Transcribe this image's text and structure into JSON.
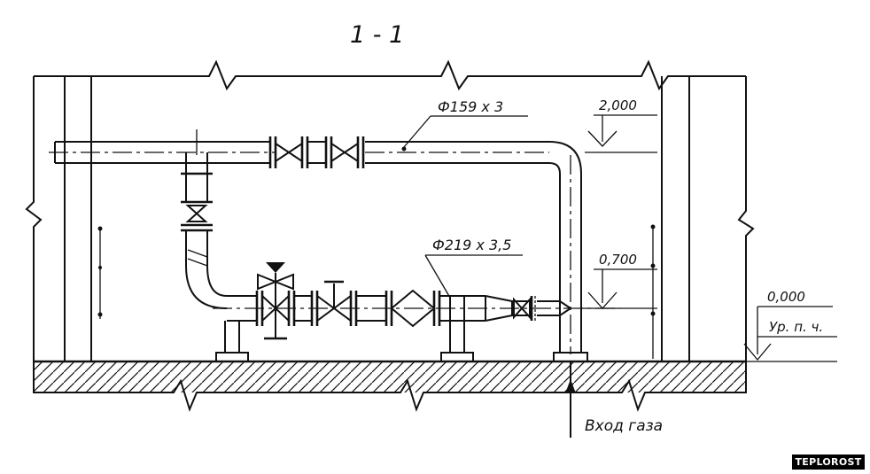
{
  "section_title": "1 - 1",
  "labels": {
    "upper_pipe": "Ф159 х 3",
    "lower_pipe": "Ф219 х 3,5",
    "elevation_upper": "2,000",
    "elevation_lower": "0,700",
    "elevation_zero": "0,000",
    "floor_level": "Ур. п. ч.",
    "gas_inlet": "Вход газа"
  },
  "watermark": "TEPLOROST"
}
